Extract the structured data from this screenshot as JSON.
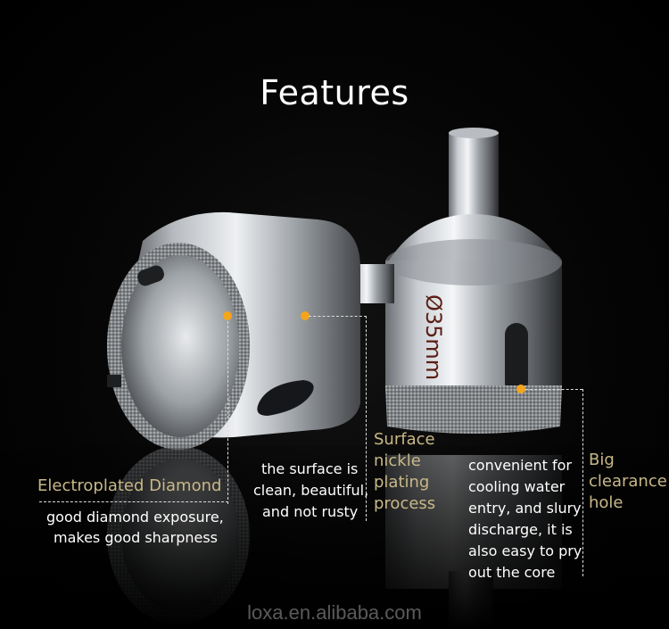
{
  "title": "Features",
  "features": {
    "electroplated": {
      "heading": "Electroplated Diamond",
      "lines": [
        "good diamond exposure,",
        "makes good sharpness"
      ]
    },
    "surface": {
      "heading_lines": [
        "Surface",
        "nickle",
        "plating",
        "process"
      ],
      "lines": [
        "the surface is",
        "clean, beautiful,",
        "and not rusty"
      ]
    },
    "clearance": {
      "heading_lines": [
        "Big",
        "clearance",
        "hole"
      ],
      "lines": [
        "convenient for",
        "cooling water",
        "entry, and slury",
        "discharge, it is",
        "also easy to pry",
        "out the core"
      ]
    }
  },
  "product_marking": "Ø35mm",
  "watermark": "loxa.en.alibaba.com",
  "colors": {
    "accent_dot": "#f4a51c",
    "heading_gold": "#c8b887",
    "background": "#000000"
  }
}
